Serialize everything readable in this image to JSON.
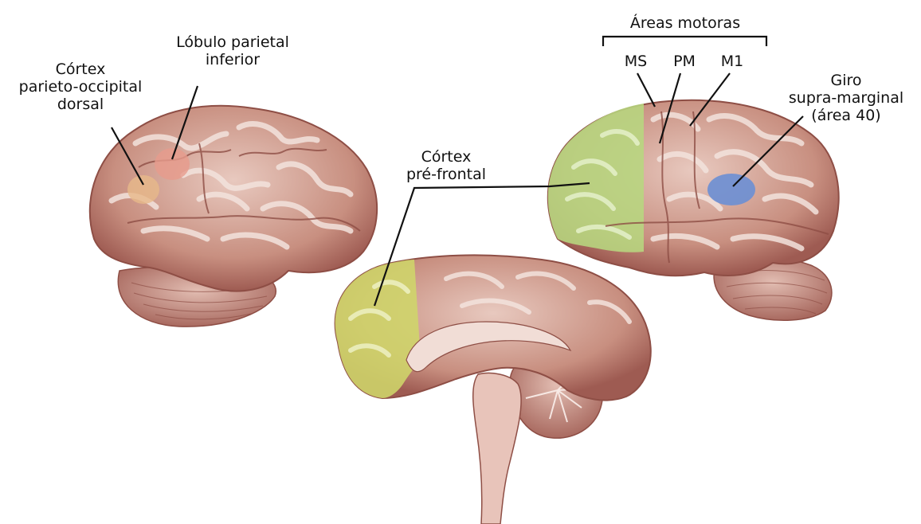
{
  "labels": {
    "parieto_occipital": [
      "Córtex",
      "parieto-occipital",
      "dorsal"
    ],
    "lobulo_parietal": [
      "Lóbulo parietal",
      "inferior"
    ],
    "areas_motoras": "Áreas motoras",
    "motor_ms": "MS",
    "motor_pm": "PM",
    "motor_m1": "M1",
    "giro": [
      "Giro",
      "supra-marginal",
      "(área 40)"
    ],
    "prefrontal": [
      "Córtex",
      "pré-frontal"
    ]
  },
  "colors": {
    "brain_fill": "#c88f80",
    "brain_dark": "#8e4e45",
    "gyri_light": "#eed9d2",
    "cerebellum": "#c98f84",
    "prefrontal_highlight": "#b7d77f",
    "medial_prefrontal_highlight": "#cfd66a",
    "parietal_highlight": "#e79b8c",
    "occipital_highlight": "#e7b98a",
    "supramarginal_highlight": "#6b8fd4",
    "label_text": "#111111",
    "leader_line": "#111111"
  }
}
